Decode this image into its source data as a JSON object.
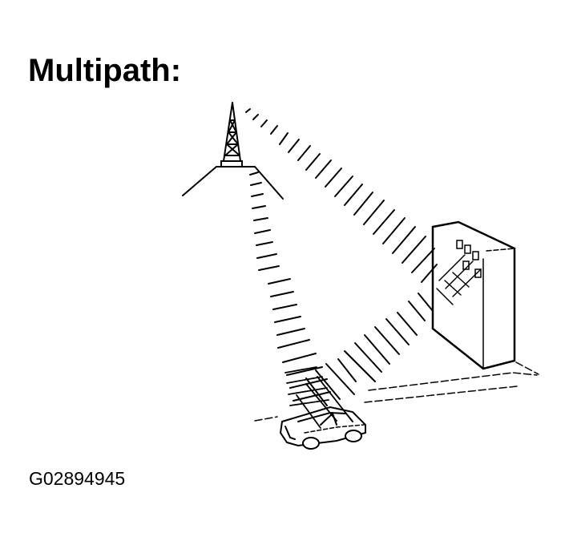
{
  "title": "Multipath:",
  "figure_code": "G02894945",
  "diagram": {
    "elements": [
      "broadcast-tower",
      "direct-signal-waves",
      "wave-to-building",
      "building",
      "reflected-waves",
      "car",
      "road"
    ],
    "colors": {
      "ink": "#000000",
      "background": "#ffffff"
    }
  }
}
